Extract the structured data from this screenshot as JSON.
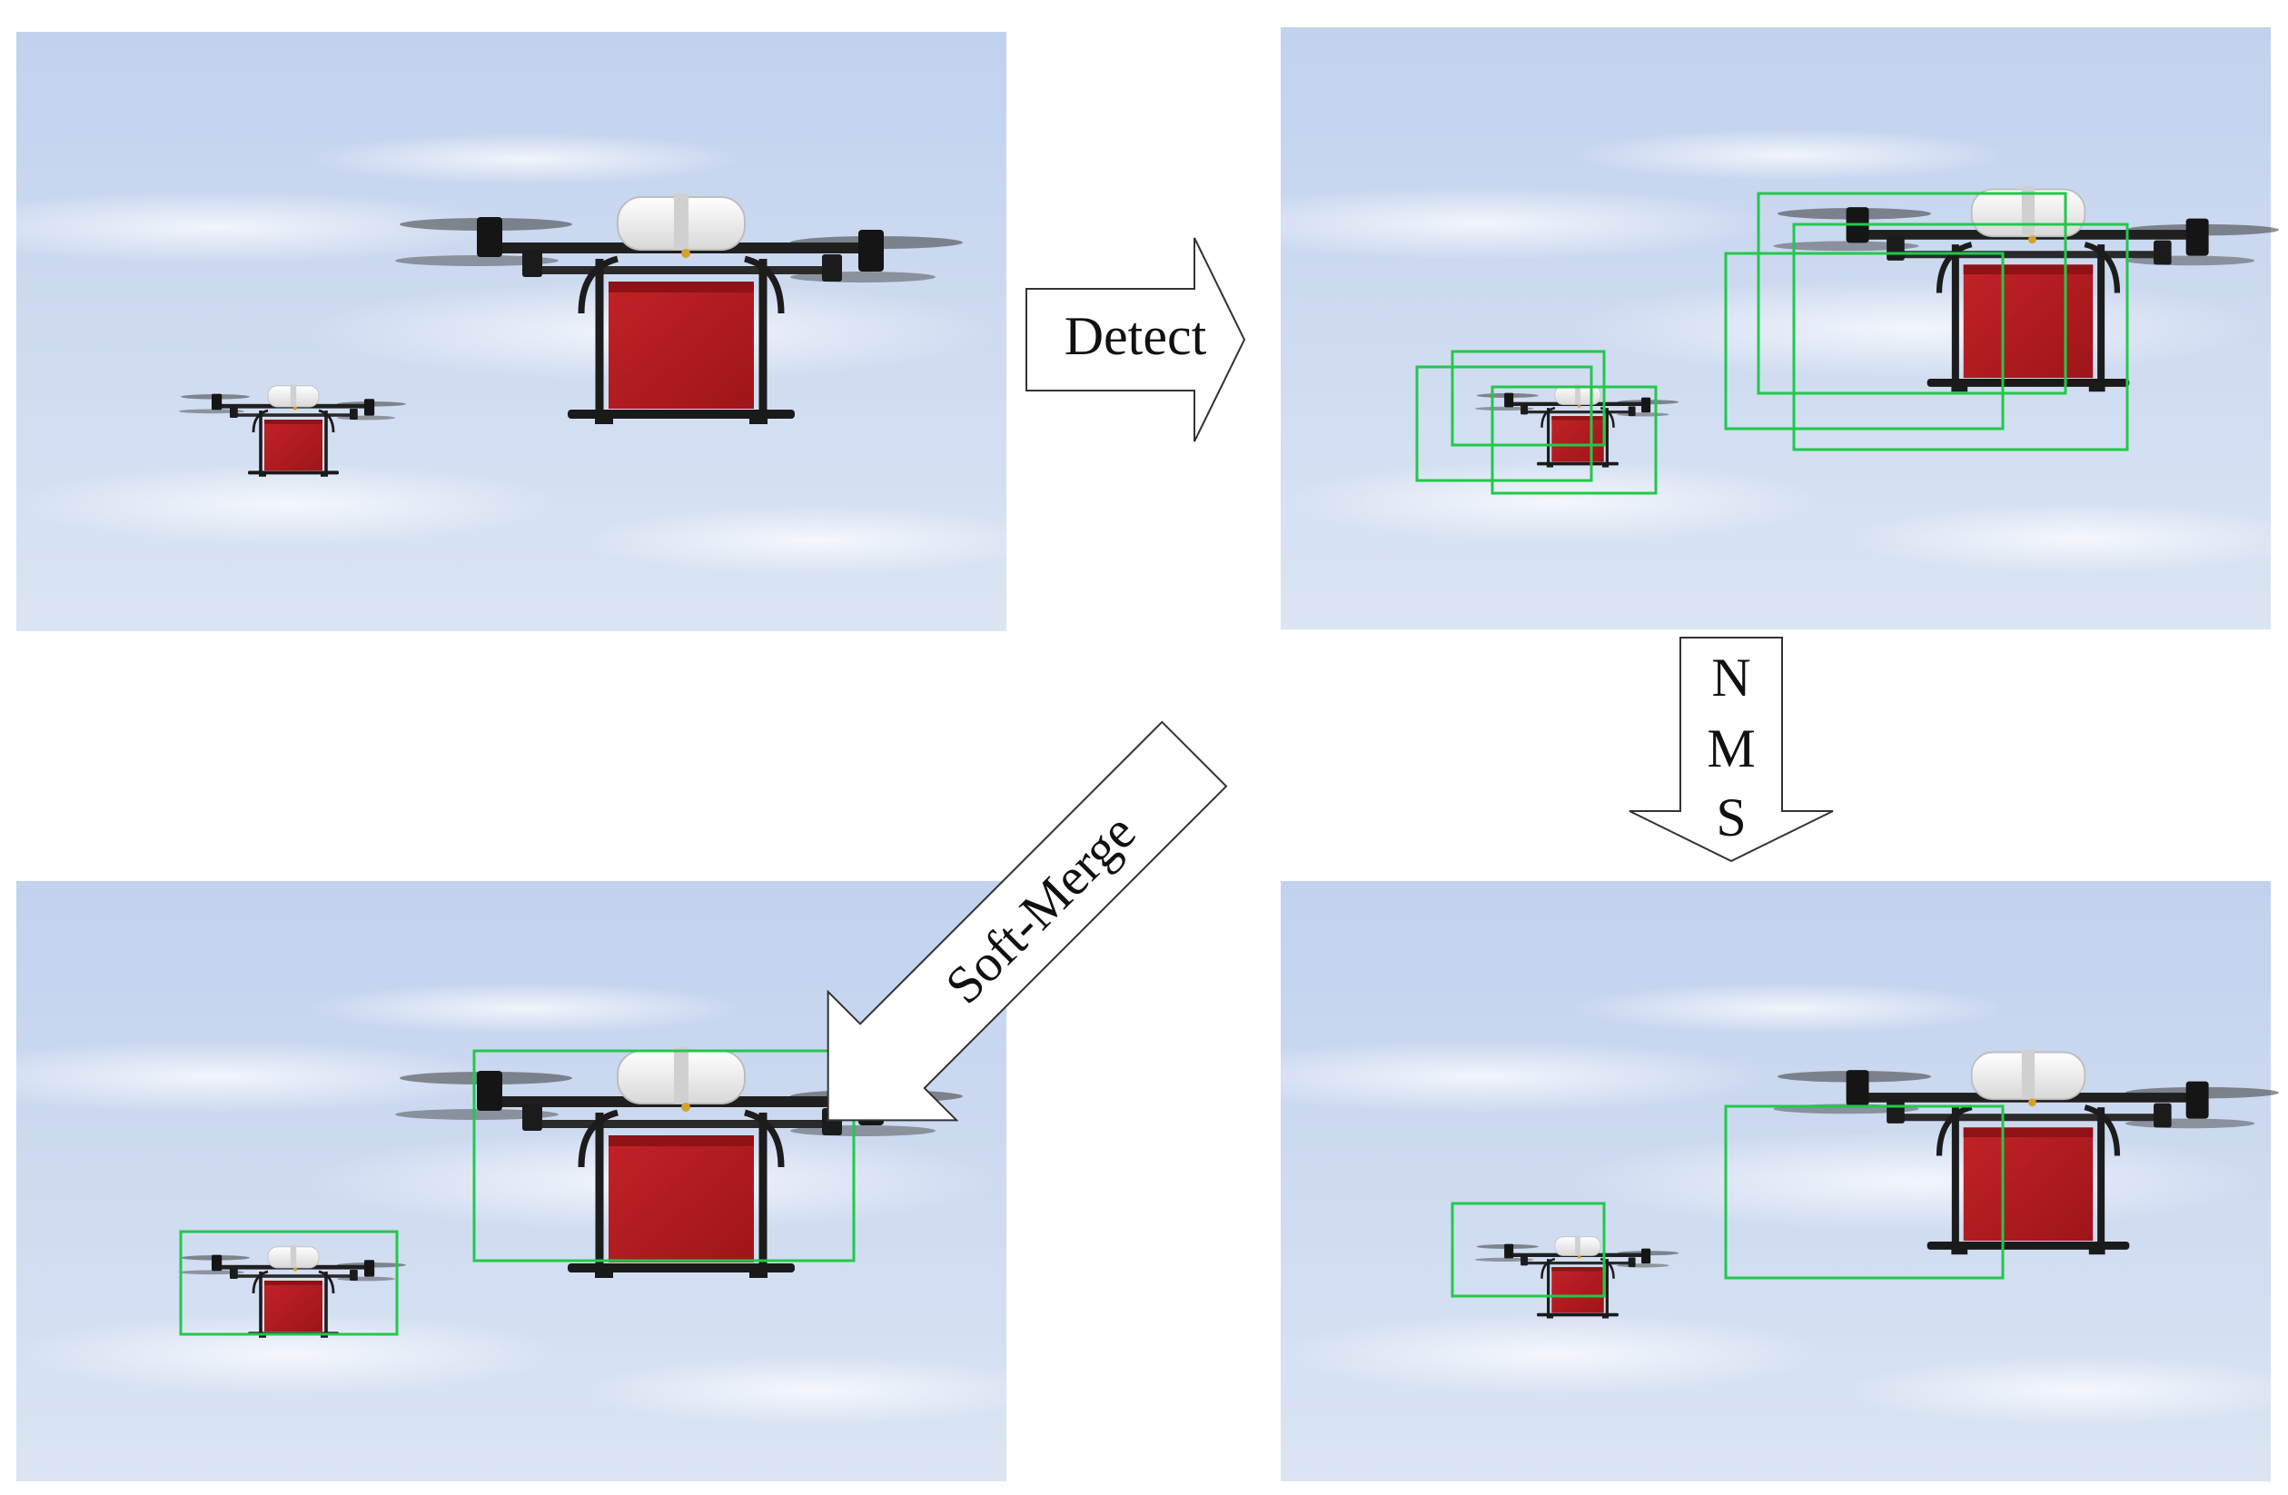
{
  "arrows": {
    "detect_label": "Detect",
    "nms_letters": [
      "N",
      "M",
      "S"
    ],
    "soft_merge_label": "Soft-Merge"
  },
  "colors": {
    "box": "#22c84a",
    "sky_top": "#c4d4ee",
    "sky_bottom": "#d9e4f2",
    "cargo": "#b51b1f",
    "frame": "#1c1c1c",
    "body": "#f3f3f3"
  },
  "panels": [
    {
      "id": "original",
      "drones": [
        "large",
        "small"
      ],
      "box_count": 0
    },
    {
      "id": "detections",
      "drones": [
        "large",
        "small"
      ],
      "box_count": 6
    },
    {
      "id": "nms-result",
      "drones": [
        "large",
        "small"
      ],
      "box_count": 2
    },
    {
      "id": "soft-merge-result",
      "drones": [
        "large",
        "small"
      ],
      "box_count": 2
    }
  ]
}
